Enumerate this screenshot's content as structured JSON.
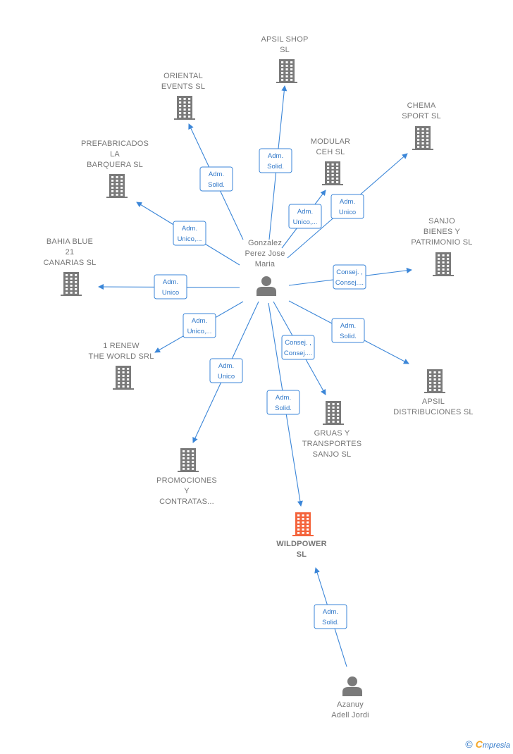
{
  "colors": {
    "edge": "#3b86d8",
    "building": "#7a7a7a",
    "focus_building": "#f4643c",
    "person": "#7a7a7a",
    "label": "#757575",
    "box_border": "#3b86d8",
    "box_text": "#2f77c8"
  },
  "nodes": [
    {
      "id": "gonzalez",
      "kind": "person",
      "label_lines": [
        "Gonzalez",
        "Perez Jose",
        "Maria"
      ]
    },
    {
      "id": "azanuy",
      "kind": "person",
      "label_lines": [
        "Azanuy",
        "Adell Jordi"
      ]
    },
    {
      "id": "wildpower",
      "kind": "company",
      "focus": true,
      "label_lines": [
        "WILDPOWER",
        "SL"
      ]
    },
    {
      "id": "apsil_shop",
      "kind": "company",
      "label_lines": [
        "APSIL SHOP",
        "SL"
      ]
    },
    {
      "id": "oriental",
      "kind": "company",
      "label_lines": [
        "ORIENTAL",
        "EVENTS  SL"
      ]
    },
    {
      "id": "chema",
      "kind": "company",
      "label_lines": [
        "CHEMA",
        "SPORT SL"
      ]
    },
    {
      "id": "modular",
      "kind": "company",
      "label_lines": [
        "MODULAR",
        "CEH  SL"
      ]
    },
    {
      "id": "prefabricados",
      "kind": "company",
      "label_lines": [
        "PREFABRICADOS",
        "LA",
        "BARQUERA  SL"
      ]
    },
    {
      "id": "sanjo_bienes",
      "kind": "company",
      "label_lines": [
        "SANJO",
        "BIENES Y",
        "PATRIMONIO SL"
      ]
    },
    {
      "id": "bahia",
      "kind": "company",
      "label_lines": [
        "BAHIA BLUE",
        "21",
        "CANARIAS  SL"
      ]
    },
    {
      "id": "renew",
      "kind": "company",
      "label_lines": [
        "1 RENEW",
        "THE WORLD SRL"
      ]
    },
    {
      "id": "apsil_dist",
      "kind": "company",
      "label_lines": [
        "APSIL",
        "DISTRIBUCIONES SL"
      ]
    },
    {
      "id": "gruas",
      "kind": "company",
      "label_lines": [
        "GRUAS Y",
        "TRANSPORTES",
        "SANJO SL"
      ]
    },
    {
      "id": "promociones",
      "kind": "company",
      "label_lines": [
        "PROMOCIONES",
        "Y",
        "CONTRATAS..."
      ]
    }
  ],
  "edges": [
    {
      "from": "gonzalez",
      "to": "apsil_shop",
      "label_lines": [
        "Adm.",
        "Solid."
      ]
    },
    {
      "from": "gonzalez",
      "to": "oriental",
      "label_lines": [
        "Adm.",
        "Solid."
      ]
    },
    {
      "from": "gonzalez",
      "to": "chema",
      "label_lines": [
        "Adm.",
        "Unico"
      ]
    },
    {
      "from": "gonzalez",
      "to": "modular",
      "label_lines": [
        "Adm.",
        "Unico,..."
      ]
    },
    {
      "from": "gonzalez",
      "to": "prefabricados",
      "label_lines": [
        "Adm.",
        "Unico,..."
      ]
    },
    {
      "from": "gonzalez",
      "to": "sanjo_bienes",
      "label_lines": [
        "Consej. ,",
        "Consej...."
      ]
    },
    {
      "from": "gonzalez",
      "to": "bahia",
      "label_lines": [
        "Adm.",
        "Unico"
      ]
    },
    {
      "from": "gonzalez",
      "to": "renew",
      "label_lines": [
        "Adm.",
        "Unico,..."
      ]
    },
    {
      "from": "gonzalez",
      "to": "apsil_dist",
      "label_lines": [
        "Adm.",
        "Solid."
      ]
    },
    {
      "from": "gonzalez",
      "to": "gruas",
      "label_lines": [
        "Consej. ,",
        "Consej...."
      ]
    },
    {
      "from": "gonzalez",
      "to": "promociones",
      "label_lines": [
        "Adm.",
        "Unico"
      ]
    },
    {
      "from": "gonzalez",
      "to": "wildpower",
      "label_lines": [
        "Adm.",
        "Solid."
      ]
    },
    {
      "from": "azanuy",
      "to": "wildpower",
      "label_lines": [
        "Adm.",
        "Solid."
      ]
    }
  ],
  "brand": {
    "copyright": "©",
    "name_initial": "C",
    "name_rest": "mpresia"
  }
}
